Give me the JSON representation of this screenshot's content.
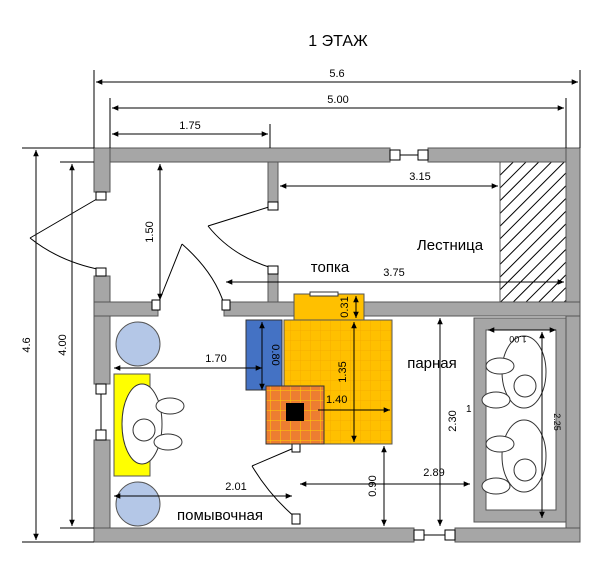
{
  "title": "1 ЭТАЖ",
  "dimensions": {
    "total_width": "5.6",
    "inner_width": "5.00",
    "left_room_width": "1.75",
    "upper_span": "3.15",
    "middle_span": "3.75",
    "total_height": "4.6",
    "inner_height": "4.00",
    "vestibule_height": "1.50",
    "stove_width": "0.31",
    "firebox_width": "0.80",
    "stove_height": "1.35",
    "stove_offset": "1.40",
    "wash_width": "1.70",
    "shower_span": "2.01",
    "steam_width": "2.89",
    "steam_height": "2.30",
    "lower_height": "0.90",
    "bench_height": "2.25",
    "bench_width": "1.00",
    "bench_small": "1"
  },
  "rooms": {
    "stairs": "Лестница",
    "firebox": "топка",
    "steam_room": "парная",
    "wash_room": "помывочная"
  },
  "colors": {
    "wall": "#a6a6a6",
    "stove": "#ffc000",
    "firebox_box": "#4472c4",
    "heater": "#ed7d31",
    "bench_yellow": "#ffff00",
    "tub": "#b4c7e7"
  }
}
